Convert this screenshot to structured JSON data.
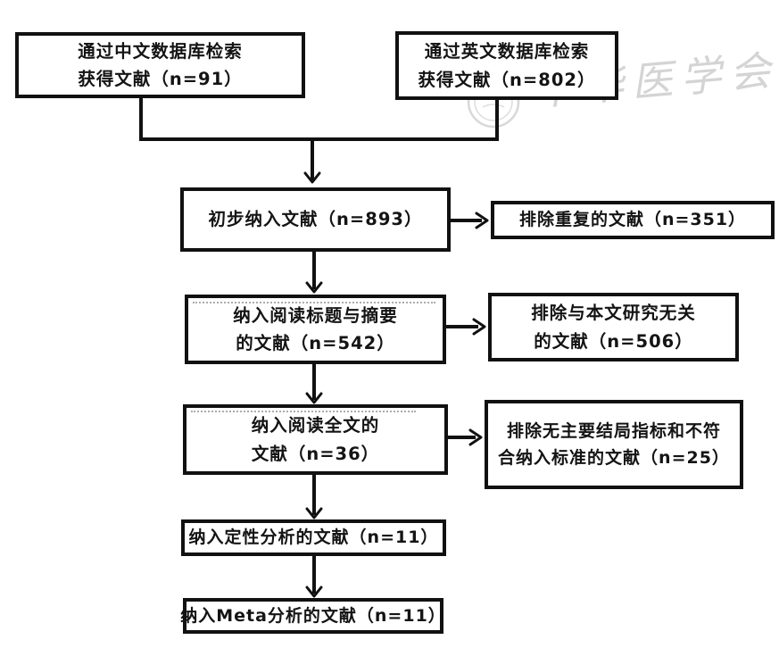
{
  "diagram": {
    "type": "prisma-literature-screening-flowchart",
    "line_color": "#111111",
    "text_color": "#141414",
    "watermark_color": "#d4d4d4"
  },
  "watermark": {
    "text": "中华医学会"
  },
  "nodes": [
    {
      "id": "cn-db-search",
      "line1": "通过中文数据库检索",
      "line2": "获得文献（n=91）"
    },
    {
      "id": "en-db-search",
      "line1": "通过英文数据库检索",
      "line2": "获得文献（n=802）"
    },
    {
      "id": "initial-included",
      "line1": "初步纳入文献（n=893）"
    },
    {
      "id": "excluded-duplicates",
      "line1": "排除重复的文献（n=351）"
    },
    {
      "id": "title-abstract",
      "line1": "纳入阅读标题与摘要",
      "line2": "的文献（n=542）"
    },
    {
      "id": "excluded-unrelated",
      "line1": "排除与本文研究无关",
      "line2": "的文献（n=506）"
    },
    {
      "id": "full-text",
      "line1": "纳入阅读全文的",
      "line2": "文献（n=36）"
    },
    {
      "id": "excluded-criteria",
      "line1": "排除无主要结局指标和不符",
      "line2": "合纳入标准的文献（n=25）"
    },
    {
      "id": "qualitative",
      "line1": "纳入定性分析的文献（n=11）"
    },
    {
      "id": "meta-analysis",
      "line1": "纳入Meta分析的文献（n=11）"
    }
  ]
}
